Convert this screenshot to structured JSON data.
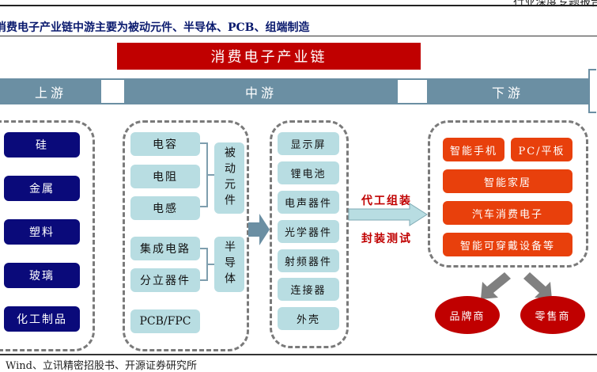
{
  "header": {
    "report_tag": "行业深度专题报告"
  },
  "figure_title": "消费电子产业链中游主要为被动元件、半导体、PCB、组端制造",
  "banner": "消费电子产业链",
  "stages": {
    "upstream": "上游",
    "midstream": "中游",
    "downstream": "下游"
  },
  "upstream_items": [
    "硅",
    "金属",
    "塑料",
    "玻璃",
    "化工制品"
  ],
  "midstream": {
    "passive": {
      "items": [
        "电容",
        "电阻",
        "电感"
      ],
      "group_label": "被动元件"
    },
    "semiconductor": {
      "items": [
        "集成电路",
        "分立器件"
      ],
      "group_label": "半导体"
    },
    "pcb": "PCB/FPC",
    "components": [
      "显示屏",
      "锂电池",
      "电声器件",
      "光学器件",
      "射频器件",
      "连接器",
      "外壳"
    ]
  },
  "process_labels": {
    "top": "代工组装",
    "bottom": "封装测试"
  },
  "downstream": {
    "row1": [
      "智能手机",
      "PC/平板"
    ],
    "rows": [
      "智能家居",
      "汽车消费电子",
      "智能可穿戴设备等"
    ],
    "channels": [
      "品牌商",
      "零售商"
    ]
  },
  "source": "：Wind、立讯精密招股书、开源证券研究所",
  "colors": {
    "banner_red": "#c00000",
    "stage_blue": "#6b8fa3",
    "navy": "#0a0a7a",
    "teal": "#b8dde2",
    "orange": "#e8400c",
    "title_blue": "#0a1a6e"
  }
}
